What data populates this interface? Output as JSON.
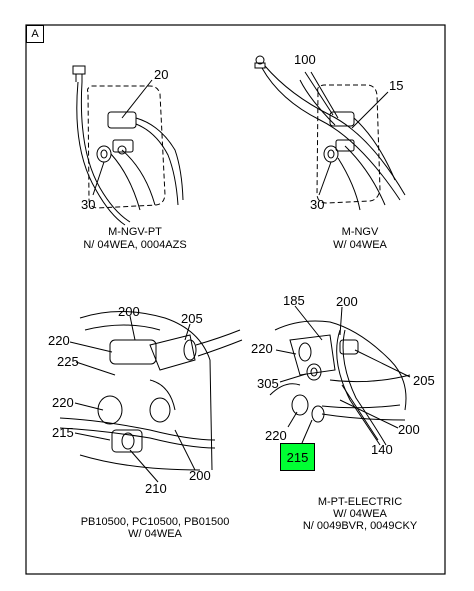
{
  "sheet": {
    "corner_label": "A"
  },
  "panels": [
    {
      "callouts": [
        "20",
        "30"
      ],
      "caption": [
        "M-NGV-PT",
        "N/ 04WEA, 0004AZS"
      ]
    },
    {
      "callouts": [
        "100",
        "15",
        "30"
      ],
      "caption": [
        "M-NGV",
        "W/ 04WEA"
      ]
    },
    {
      "callouts": [
        "200",
        "205",
        "220",
        "225",
        "220",
        "215",
        "210",
        "200"
      ],
      "caption": [
        "PB10500, PC10500, PB01500",
        "W/ 04WEA"
      ]
    },
    {
      "callouts": [
        "185",
        "200",
        "220",
        "205",
        "305",
        "200",
        "220",
        "140"
      ],
      "highlighted_callout": "215",
      "caption": [
        "M-PT-ELECTRIC",
        "W/ 04WEA",
        "N/ 0049BVR, 0049CKY"
      ]
    }
  ],
  "colors": {
    "highlight": "#00ff33",
    "line": "#000000"
  }
}
